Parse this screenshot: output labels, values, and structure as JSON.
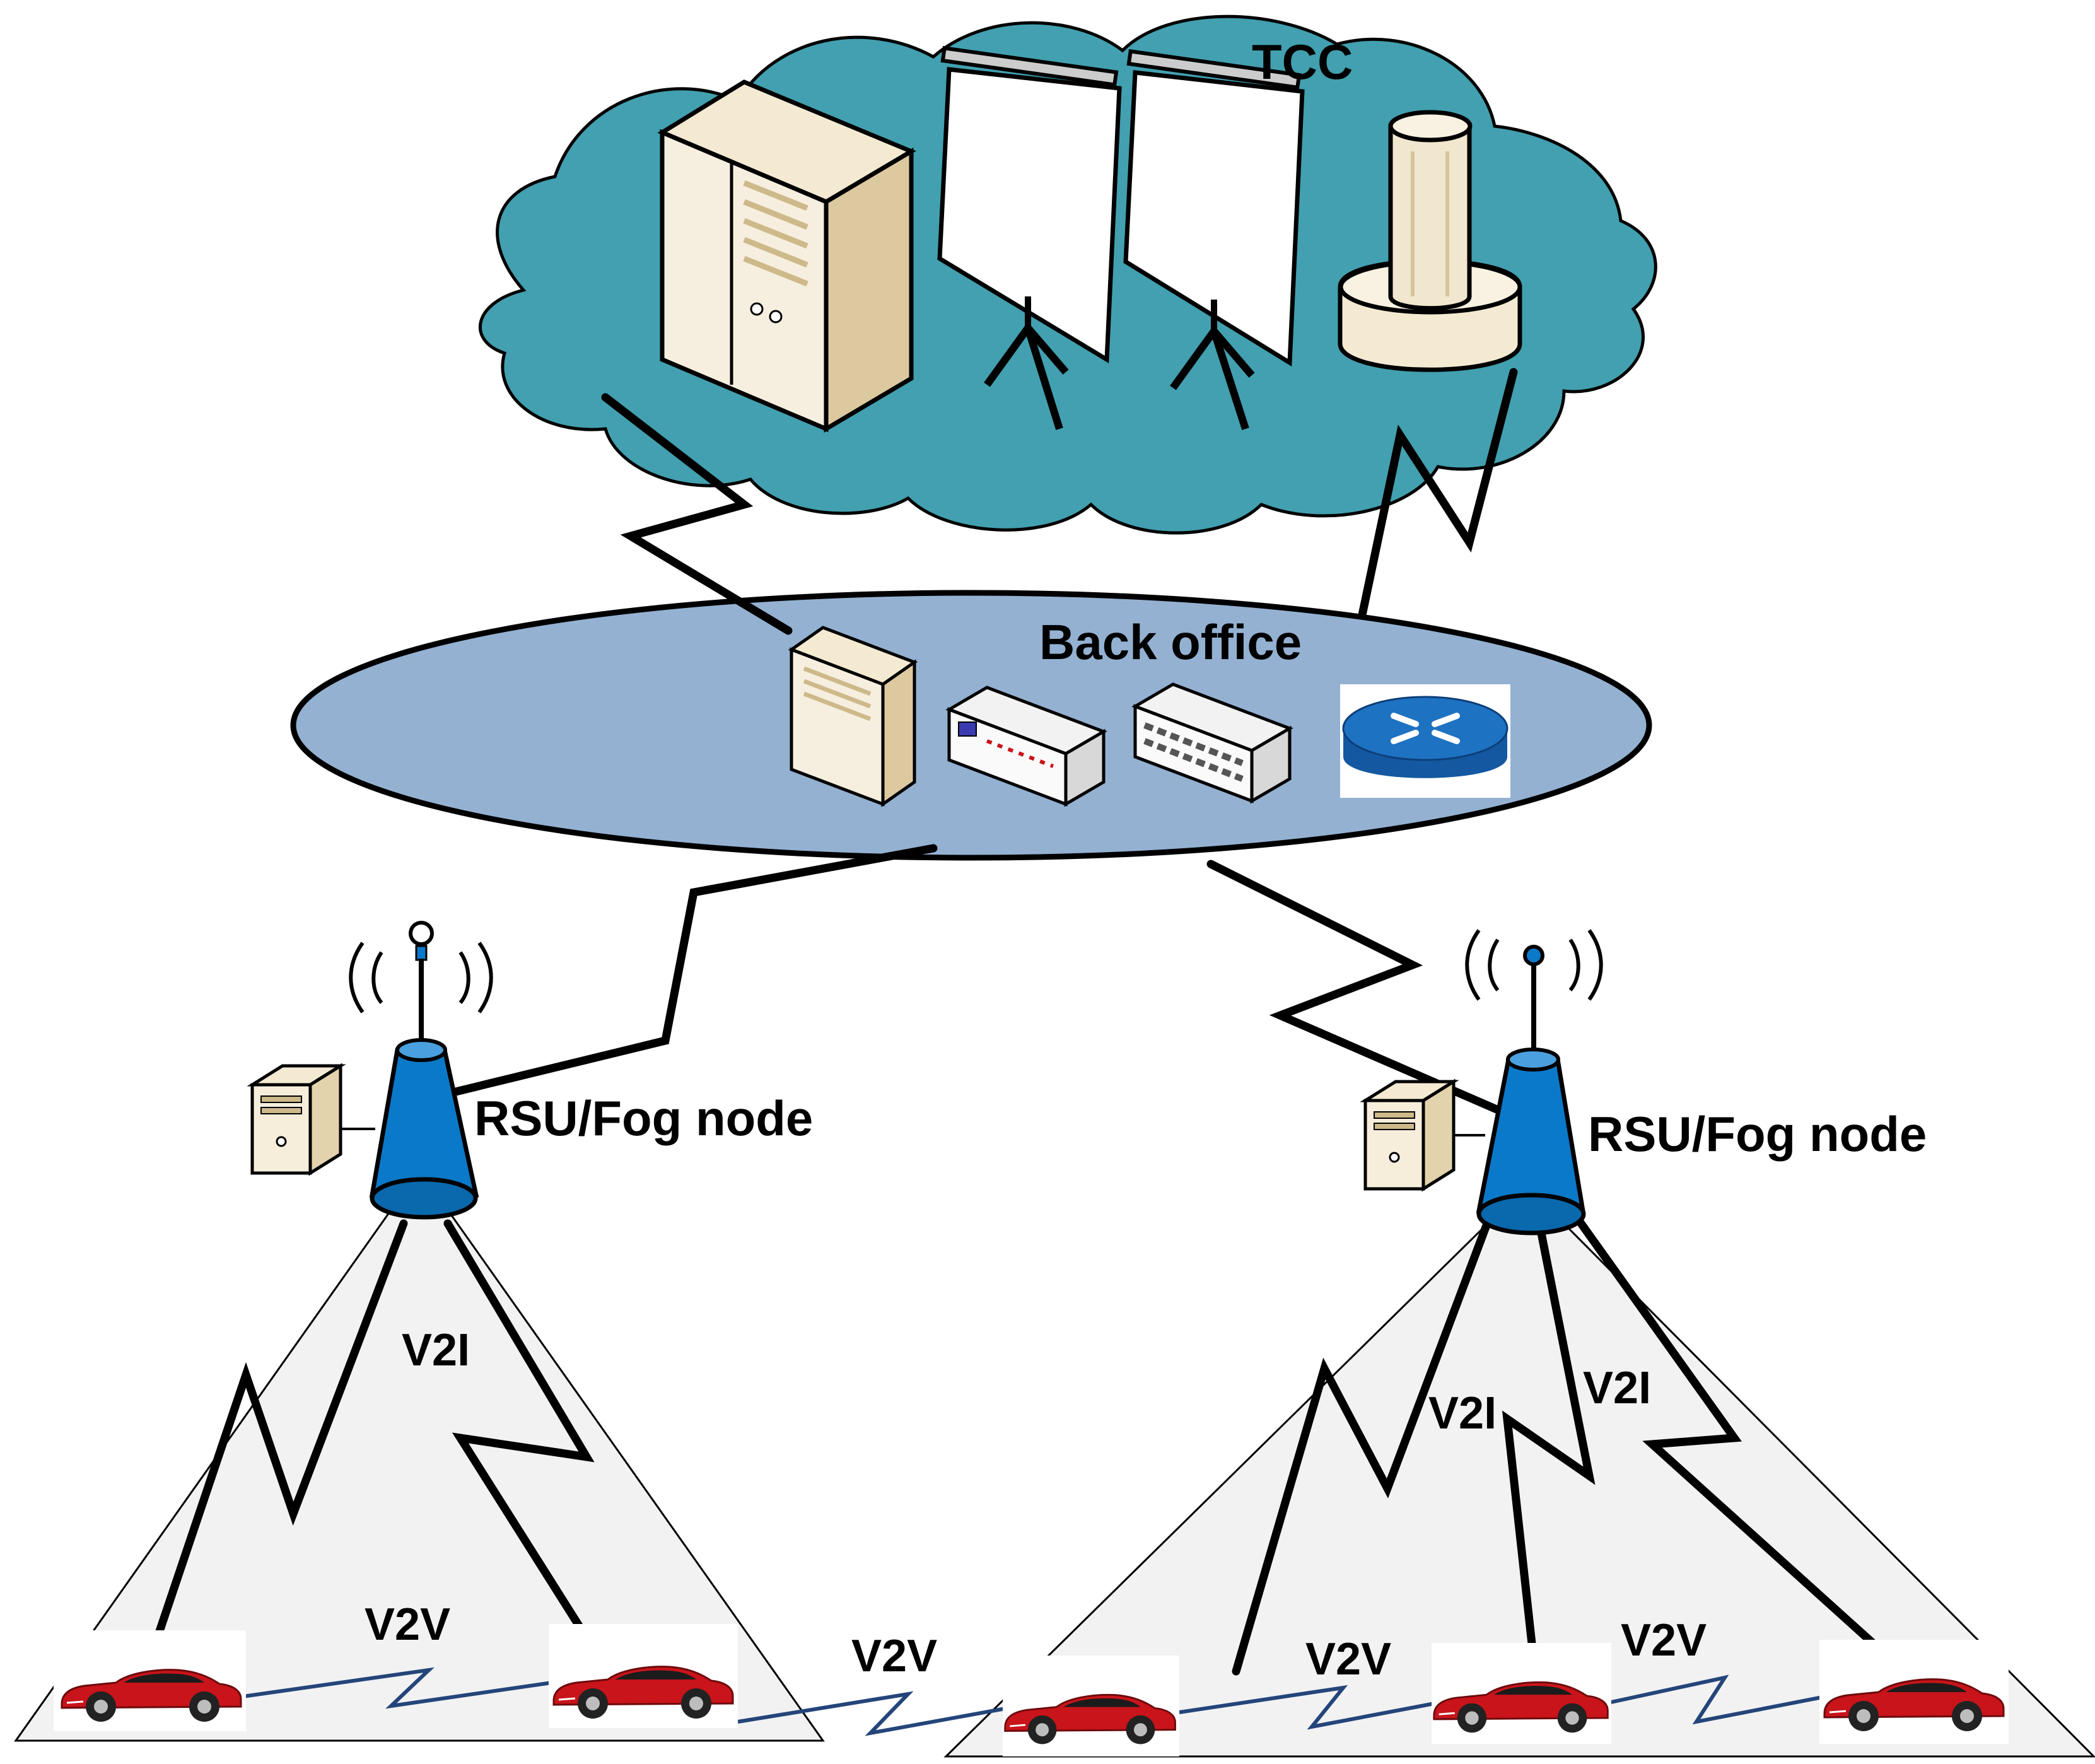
{
  "labels": {
    "tcc": "TCC",
    "back_office": "Back office",
    "rsu_left": "RSU/Fog node",
    "rsu_right": "RSU/Fog node",
    "v2i_left": "V2I",
    "v2i_right_a": "V2I",
    "v2i_right_b": "V2I",
    "v2v_left": "V2V",
    "v2v_middle": "V2V",
    "v2v_right_a": "V2V",
    "v2v_right_b": "V2V"
  },
  "colors": {
    "cloud": "#42a0b0",
    "back_office": "#94b1d2",
    "coverage": "#f2f2f2",
    "tower": "#0b79c9",
    "car": "#c8141a",
    "router": "#1d72c2"
  },
  "icons": [
    "server-rack-icon",
    "projection-screen-icon",
    "database-icon",
    "switch-icon",
    "router-icon",
    "radio-tower-icon",
    "car-icon",
    "desktop-pc-icon"
  ]
}
